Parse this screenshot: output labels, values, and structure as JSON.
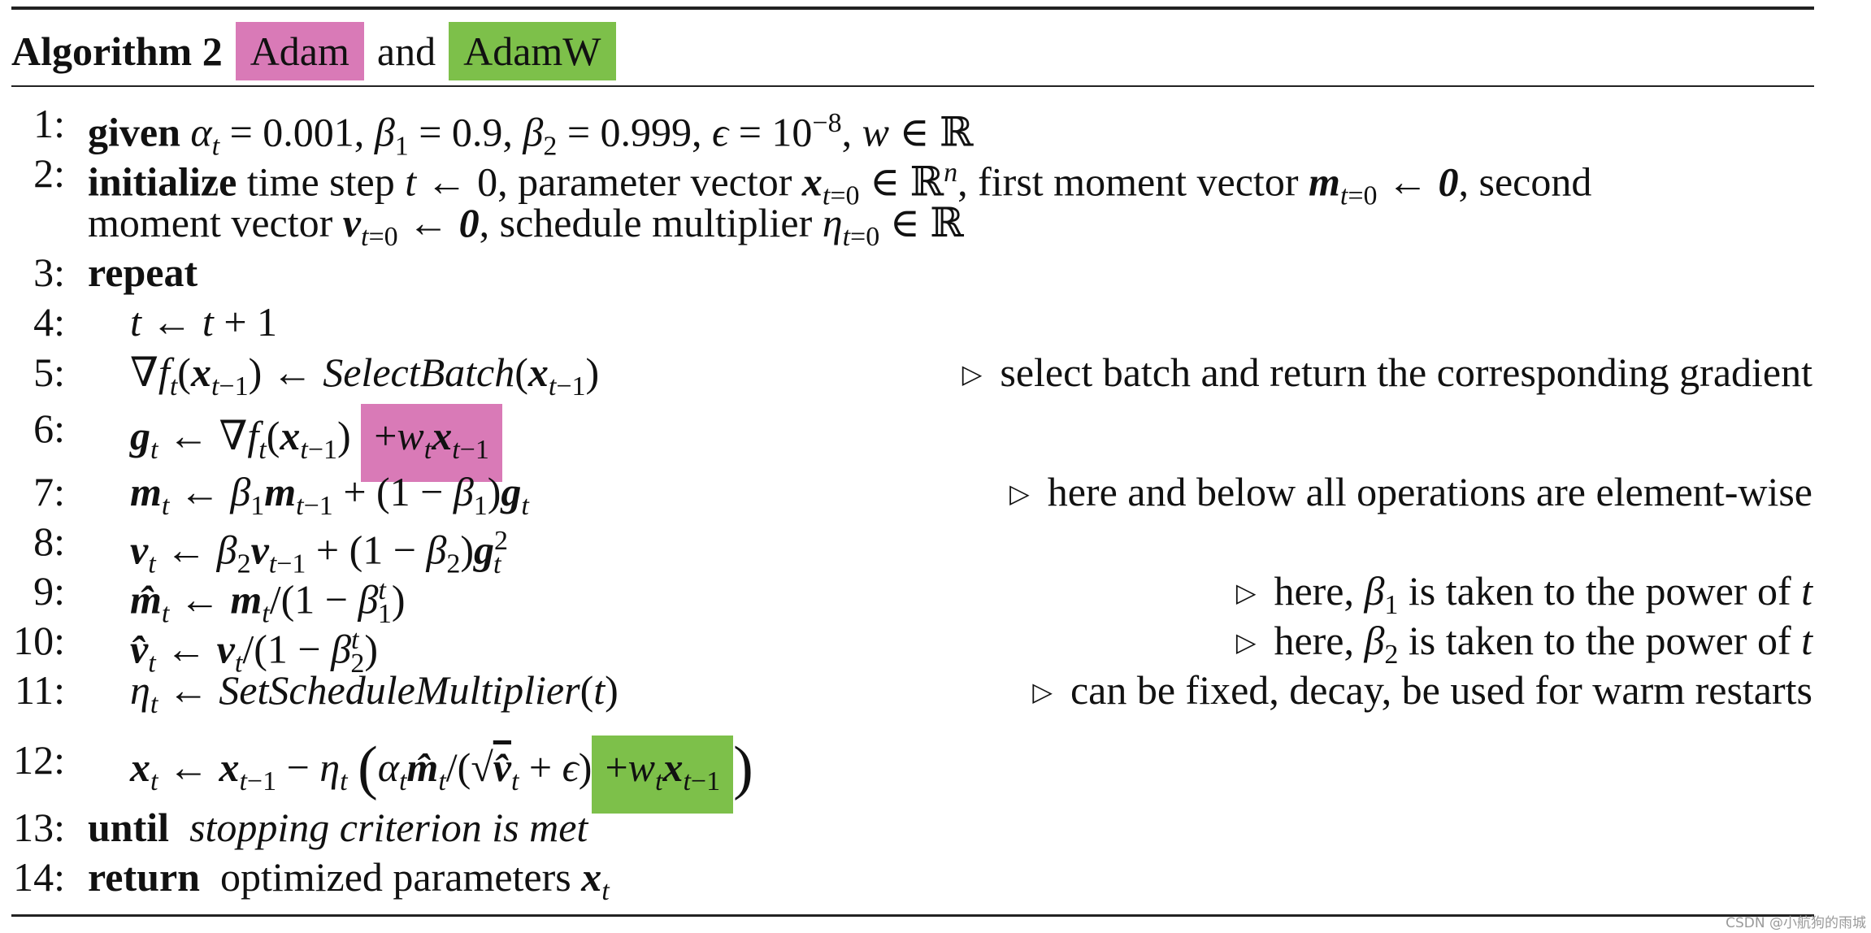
{
  "title": {
    "prefix": "Algorithm 2",
    "adam": "Adam",
    "and": "and",
    "adamw": "AdamW"
  },
  "lines": [
    {
      "num": "1:",
      "text": "given αt = 0.001, β1 = 0.9, β2 = 0.999, ϵ = 10−8, w ∈ ℝ"
    },
    {
      "num": "2:",
      "text": "initialize time step t ← 0, parameter vector xt=0 ∈ ℝn, first moment vector mt=0 ← 0, second"
    },
    {
      "num": "",
      "text": "moment vector vt=0 ← 0, schedule multiplier ηt=0 ∈ ℝ"
    },
    {
      "num": "3:",
      "text": "repeat"
    },
    {
      "num": "4:",
      "text": "t ← t + 1"
    },
    {
      "num": "5:",
      "text": "∇ft(xt−1) ← SelectBatch(xt−1)",
      "comment": "select batch and return the corresponding gradient"
    },
    {
      "num": "6:",
      "text": "gt ← ∇ft(xt−1)",
      "highlight_pink": "+wtxt−1"
    },
    {
      "num": "7:",
      "text": "mt ← β1mt−1 + (1 − β1)gt",
      "comment": "here and below all operations are element-wise"
    },
    {
      "num": "8:",
      "text": "vt ← β2vt−1 + (1 − β2)gt2"
    },
    {
      "num": "9:",
      "text": "m̂t ← mt/(1 − β1t)",
      "comment": "here, β1 is taken to the power of t"
    },
    {
      "num": "10:",
      "text": "v̂t ← vt/(1 − β2t)",
      "comment": "here, β2 is taken to the power of t"
    },
    {
      "num": "11:",
      "text": "ηt ← SetScheduleMultiplier(t)",
      "comment": "can be fixed, decay, be used for warm restarts"
    },
    {
      "num": "12:",
      "text": "xt ← xt−1 − ηt (αtm̂t/(√v̂t + ϵ)",
      "highlight_green": "+wtxt−1"
    },
    {
      "num": "13:",
      "text": "until stopping criterion is met"
    },
    {
      "num": "14:",
      "text": "return optimized parameters xt"
    }
  ],
  "comment_marker": "▷",
  "watermark": "CSDN @小航狗的雨城"
}
